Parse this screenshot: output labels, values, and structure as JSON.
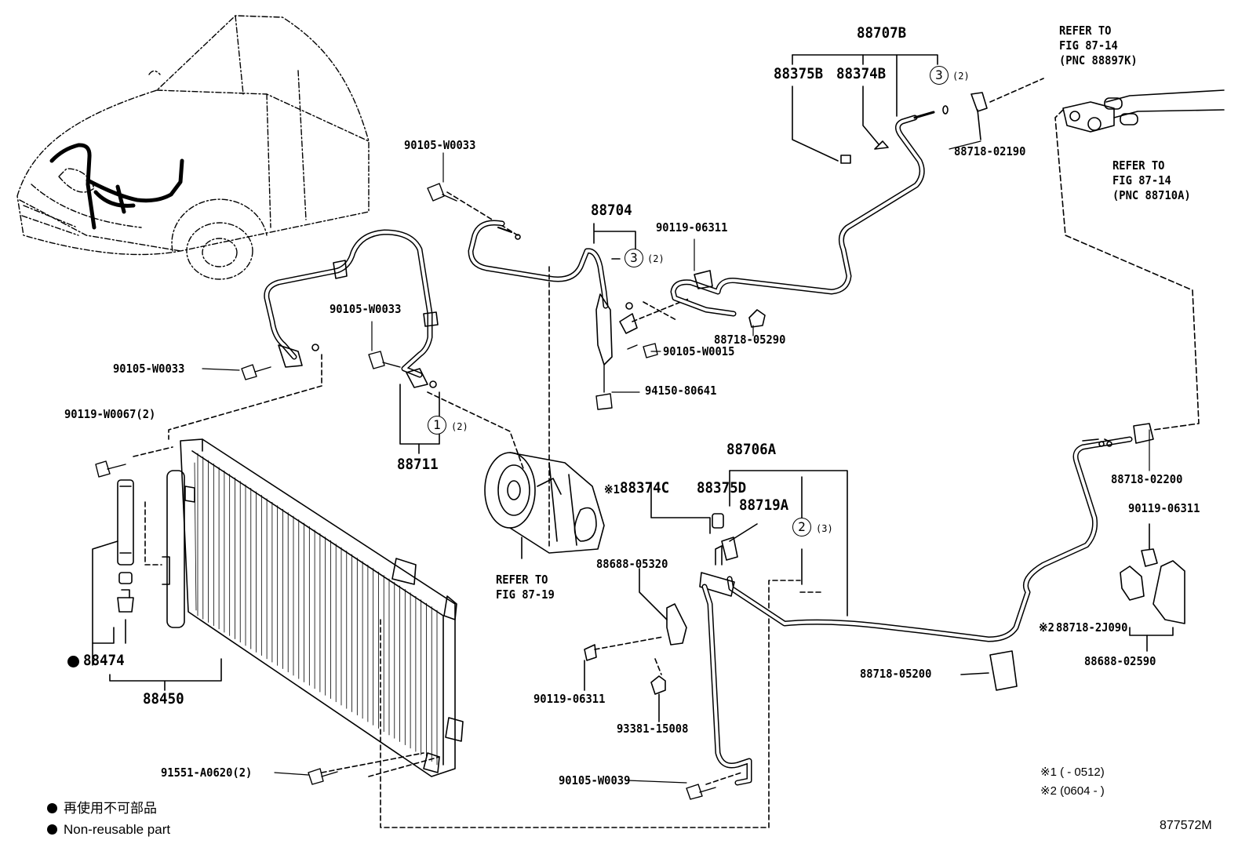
{
  "parts": {
    "p88707B": "88707B",
    "p88375B": "88375B",
    "p88374B": "88374B",
    "p88718_02190": "88718-02190",
    "p90105_W0033_a": "90105-W0033",
    "p88704": "88704",
    "p90119_06311_a": "90119-06311",
    "p88718_05290": "88718-05290",
    "p90105_W0015": "90105-W0015",
    "p94150_80641": "94150-80641",
    "p90105_W0033_b": "90105-W0033",
    "p90105_W0033_c": "90105-W0033",
    "p90119_W0067": "90119-W0067(2)",
    "p88711": "88711",
    "p88706A": "88706A",
    "p88374C": "88374C",
    "p88375D": "88375D",
    "p88719A": "88719A",
    "p88688_05320": "88688-05320",
    "p88718_02200": "88718-02200",
    "p90119_06311_b": "90119-06311",
    "p88718_2J090": "88718-2J090",
    "p88688_02590": "88688-02590",
    "p88718_05200": "88718-05200",
    "p88474": "88474",
    "p88450": "88450",
    "p90119_06311_c": "90119-06311",
    "p93381_15008": "93381-15008",
    "p91551_A0620": "91551-A0620(2)",
    "p90105_W0039": "90105-W0039"
  },
  "refs": {
    "fig_87_14_k": "REFER TO\nFIG 87-14\n(PNC 88897K)",
    "fig_87_14_a": "REFER TO\nFIG 87-14\n(PNC 88710A)",
    "fig_87_19": "REFER TO\nFIG 87-19"
  },
  "callouts": {
    "c3_top": "3",
    "q3_top": "(2)",
    "c3_mid": "3",
    "q3_mid": "(2)",
    "c1": "1",
    "q1": "(2)",
    "c2": "2",
    "q2": "(3)"
  },
  "marks": {
    "m1": "※1",
    "m2": "※2"
  },
  "notes": {
    "note1": "※1 (        - 0512)",
    "note2": "※2 (0604 -        )",
    "fig_no": "877572M"
  },
  "legend": {
    "jp": "再使用不可部品",
    "en": "Non-reusable part"
  }
}
